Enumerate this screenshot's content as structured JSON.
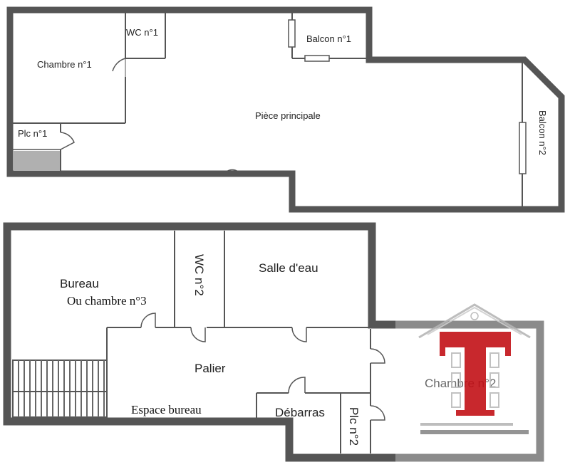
{
  "upper_floor": {
    "rooms": {
      "chambre_1": "Chambre n°1",
      "wc_1": "WC n°1",
      "balcon_1": "Balcon n°1",
      "piece_principale": "Pièce principale",
      "placard_1": "Plc n°1",
      "balcon_2": "Balcon n°2"
    }
  },
  "lower_floor": {
    "rooms": {
      "bureau": "Bureau",
      "bureau_alt": "Ou chambre n°3",
      "wc_2": "WC n°2",
      "salle_eau": "Salle d'eau",
      "palier": "Palier",
      "espace_bureau": "Espace bureau",
      "debarras": "Débarras",
      "placard_2": "Plc n°2",
      "chambre_2": "Chambre n°2"
    }
  },
  "logo": {
    "letter": "T",
    "color": "#c4161c",
    "roof_color": "#b8b8b8"
  },
  "colors": {
    "wall": "#555555",
    "closet_fill": "#b0b0b0",
    "stair_fill": "#666666"
  }
}
